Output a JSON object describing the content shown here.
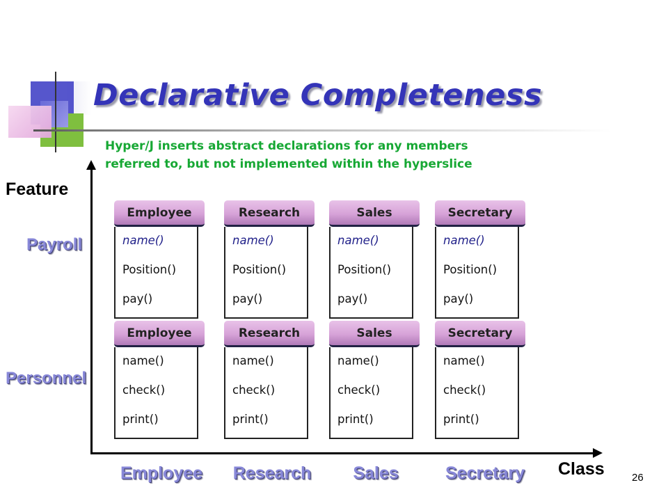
{
  "title": "Declarative Completeness",
  "subtitle_lines": [
    "Hyper/J inserts abstract declarations for any members",
    "referred to, but not implemented within the hyperslice"
  ],
  "axes": {
    "y_label": "Feature",
    "x_label": "Class"
  },
  "rows": [
    "Payroll",
    "Personnel"
  ],
  "columns": [
    "Employee",
    "Research",
    "Sales",
    "Secretary"
  ],
  "payroll_boxes": [
    {
      "name": "Employee",
      "members": [
        "name()",
        "Position()",
        "pay()"
      ]
    },
    {
      "name": "Research",
      "members": [
        "name()",
        "Position()",
        "pay()"
      ]
    },
    {
      "name": "Sales",
      "members": [
        "name()",
        "Position()",
        "pay()"
      ]
    },
    {
      "name": "Secretary",
      "members": [
        "name()",
        "Position()",
        "pay()"
      ]
    }
  ],
  "personnel_boxes": [
    {
      "name": "Employee",
      "members": [
        "name()",
        "check()",
        "print()"
      ]
    },
    {
      "name": "Research",
      "members": [
        "name()",
        "check()",
        "print()"
      ]
    },
    {
      "name": "Sales",
      "members": [
        "name()",
        "check()",
        "print()"
      ]
    },
    {
      "name": "Secretary",
      "members": [
        "name()",
        "check()",
        "print()"
      ]
    }
  ],
  "page_number": "26",
  "colors": {
    "title": "#3434b8",
    "subtitle": "#17a834",
    "header_fill": "#d7a3d8",
    "axis_label_text": "#8888d8",
    "abstract_member": "#22228a"
  }
}
